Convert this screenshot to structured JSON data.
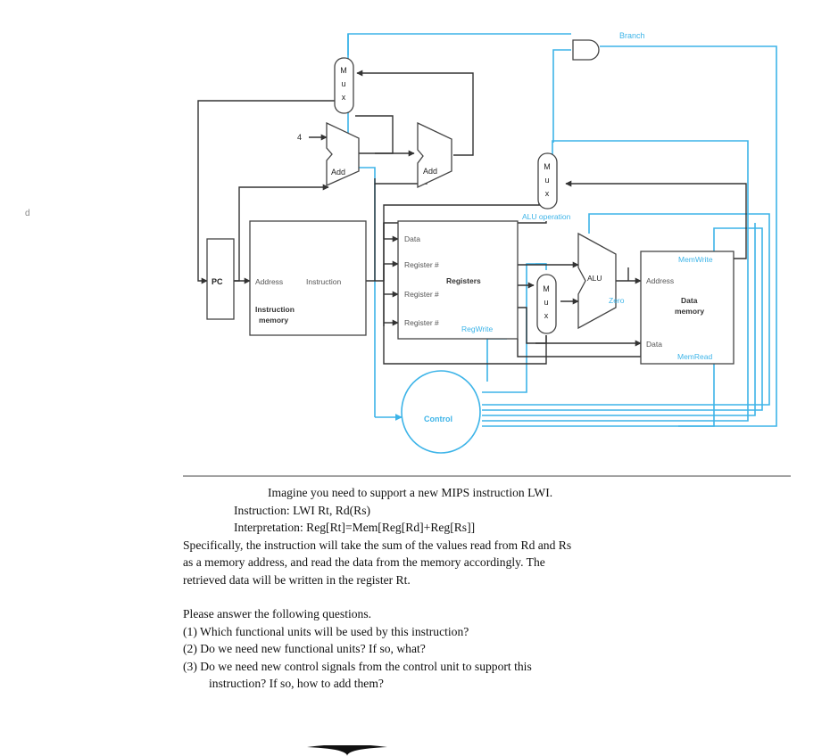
{
  "diagram": {
    "labels": {
      "branch": "Branch",
      "mux": "M\nu\nx",
      "four": "4",
      "add": "Add",
      "pc": "PC",
      "address": "Address",
      "instruction": "Instruction",
      "instruction_memory": "Instruction\nmemory",
      "data": "Data",
      "register_num": "Register #",
      "registers": "Registers",
      "regwrite": "RegWrite",
      "alu_operation": "ALU operation",
      "alu": "ALU",
      "zero": "Zero",
      "memwrite": "MemWrite",
      "data_address": "Address",
      "data_memory": "Data\nmemory",
      "data_in": "Data",
      "memread": "MemRead",
      "control": "Control"
    },
    "colors": {
      "wire": "#333333",
      "control_wire": "#3db4e8",
      "control_text": "#3db4e8"
    }
  },
  "question": {
    "title": "Imagine you need to support a new MIPS instruction LWI.",
    "instruction_line": "Instruction: LWI Rt, Rd(Rs)",
    "interpretation_line": "Interpretation: Reg[Rt]=Mem[Reg[Rd]+Reg[Rs]]",
    "body": [
      "Specifically, the instruction will take the sum of  the values read from Rd and Rs",
      "as a memory address, and read the data from the memory accordingly. The",
      "retrieved data will be written in the register Rt."
    ],
    "prompt": "Please answer the following questions.",
    "questions": [
      "(1) Which functional units will be used by this instruction?",
      "(2) Do we need new functional units?  If so, what?",
      "(3) Do we need new control signals from the control unit to support this",
      "instruction? If so, how to add them?"
    ]
  },
  "page_mark": "d"
}
